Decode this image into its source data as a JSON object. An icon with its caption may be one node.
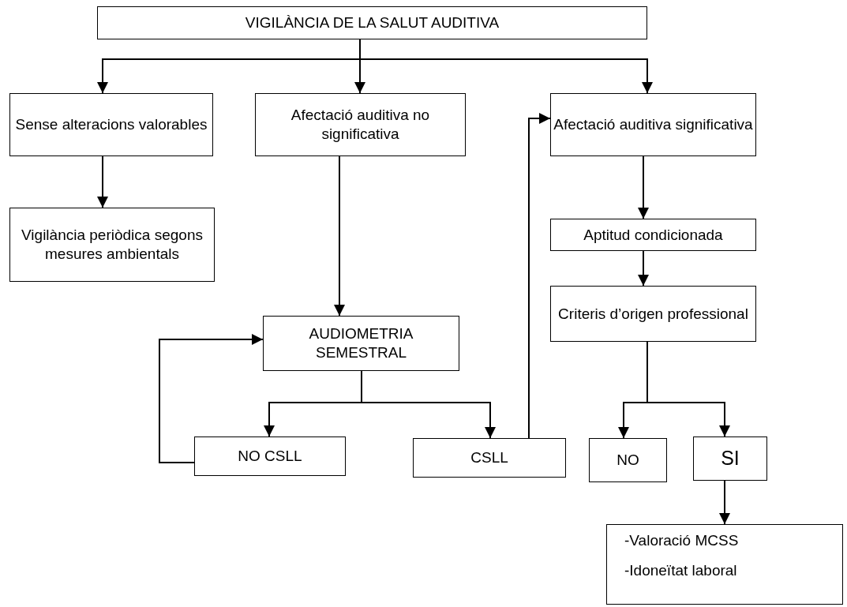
{
  "diagram": {
    "nodes": [
      {
        "text": [
          "VIGILÀNCIA DE LA SALUT AUDITIVA"
        ]
      },
      {
        "text": [
          "Sense alteracions valorables"
        ]
      },
      {
        "text": [
          "Afectació auditiva no significativa"
        ]
      },
      {
        "text": [
          "Afectació auditiva significativa"
        ]
      },
      {
        "text": [
          "Vigilància periòdica segons mesures ambientals"
        ]
      },
      {
        "text": [
          "Aptitud condicionada"
        ]
      },
      {
        "text": [
          "AUDIOMETRIA SEMESTRAL"
        ]
      },
      {
        "text": [
          "Criteris d’origen professional"
        ]
      },
      {
        "text": [
          "NO CSLL"
        ]
      },
      {
        "text": [
          "CSLL"
        ]
      },
      {
        "text": [
          "NO"
        ]
      },
      {
        "text": [
          "SI"
        ]
      },
      {
        "text": [
          "-Valoració MCSS",
          "-Idoneïtat laboral"
        ]
      }
    ],
    "edges": [
      {
        "from": 0,
        "to": 1,
        "arrow": "to"
      },
      {
        "from": 0,
        "to": 2,
        "arrow": "to"
      },
      {
        "from": 0,
        "to": 3,
        "arrow": "to"
      },
      {
        "from": 1,
        "to": 4,
        "arrow": "to"
      },
      {
        "from": 2,
        "to": 6,
        "arrow": "to"
      },
      {
        "from": 3,
        "to": 5,
        "arrow": "to"
      },
      {
        "from": 5,
        "to": 7,
        "arrow": "to"
      },
      {
        "from": 6,
        "to": 8,
        "arrow": "to"
      },
      {
        "from": 6,
        "to": 9,
        "arrow": "to"
      },
      {
        "from": 8,
        "to": 6,
        "arrow": "to"
      },
      {
        "from": 9,
        "to": 3,
        "arrow": "to"
      },
      {
        "from": 7,
        "to": 10,
        "arrow": "to"
      },
      {
        "from": 7,
        "to": 11,
        "arrow": "to"
      },
      {
        "from": 11,
        "to": 12,
        "arrow": "to"
      }
    ]
  }
}
